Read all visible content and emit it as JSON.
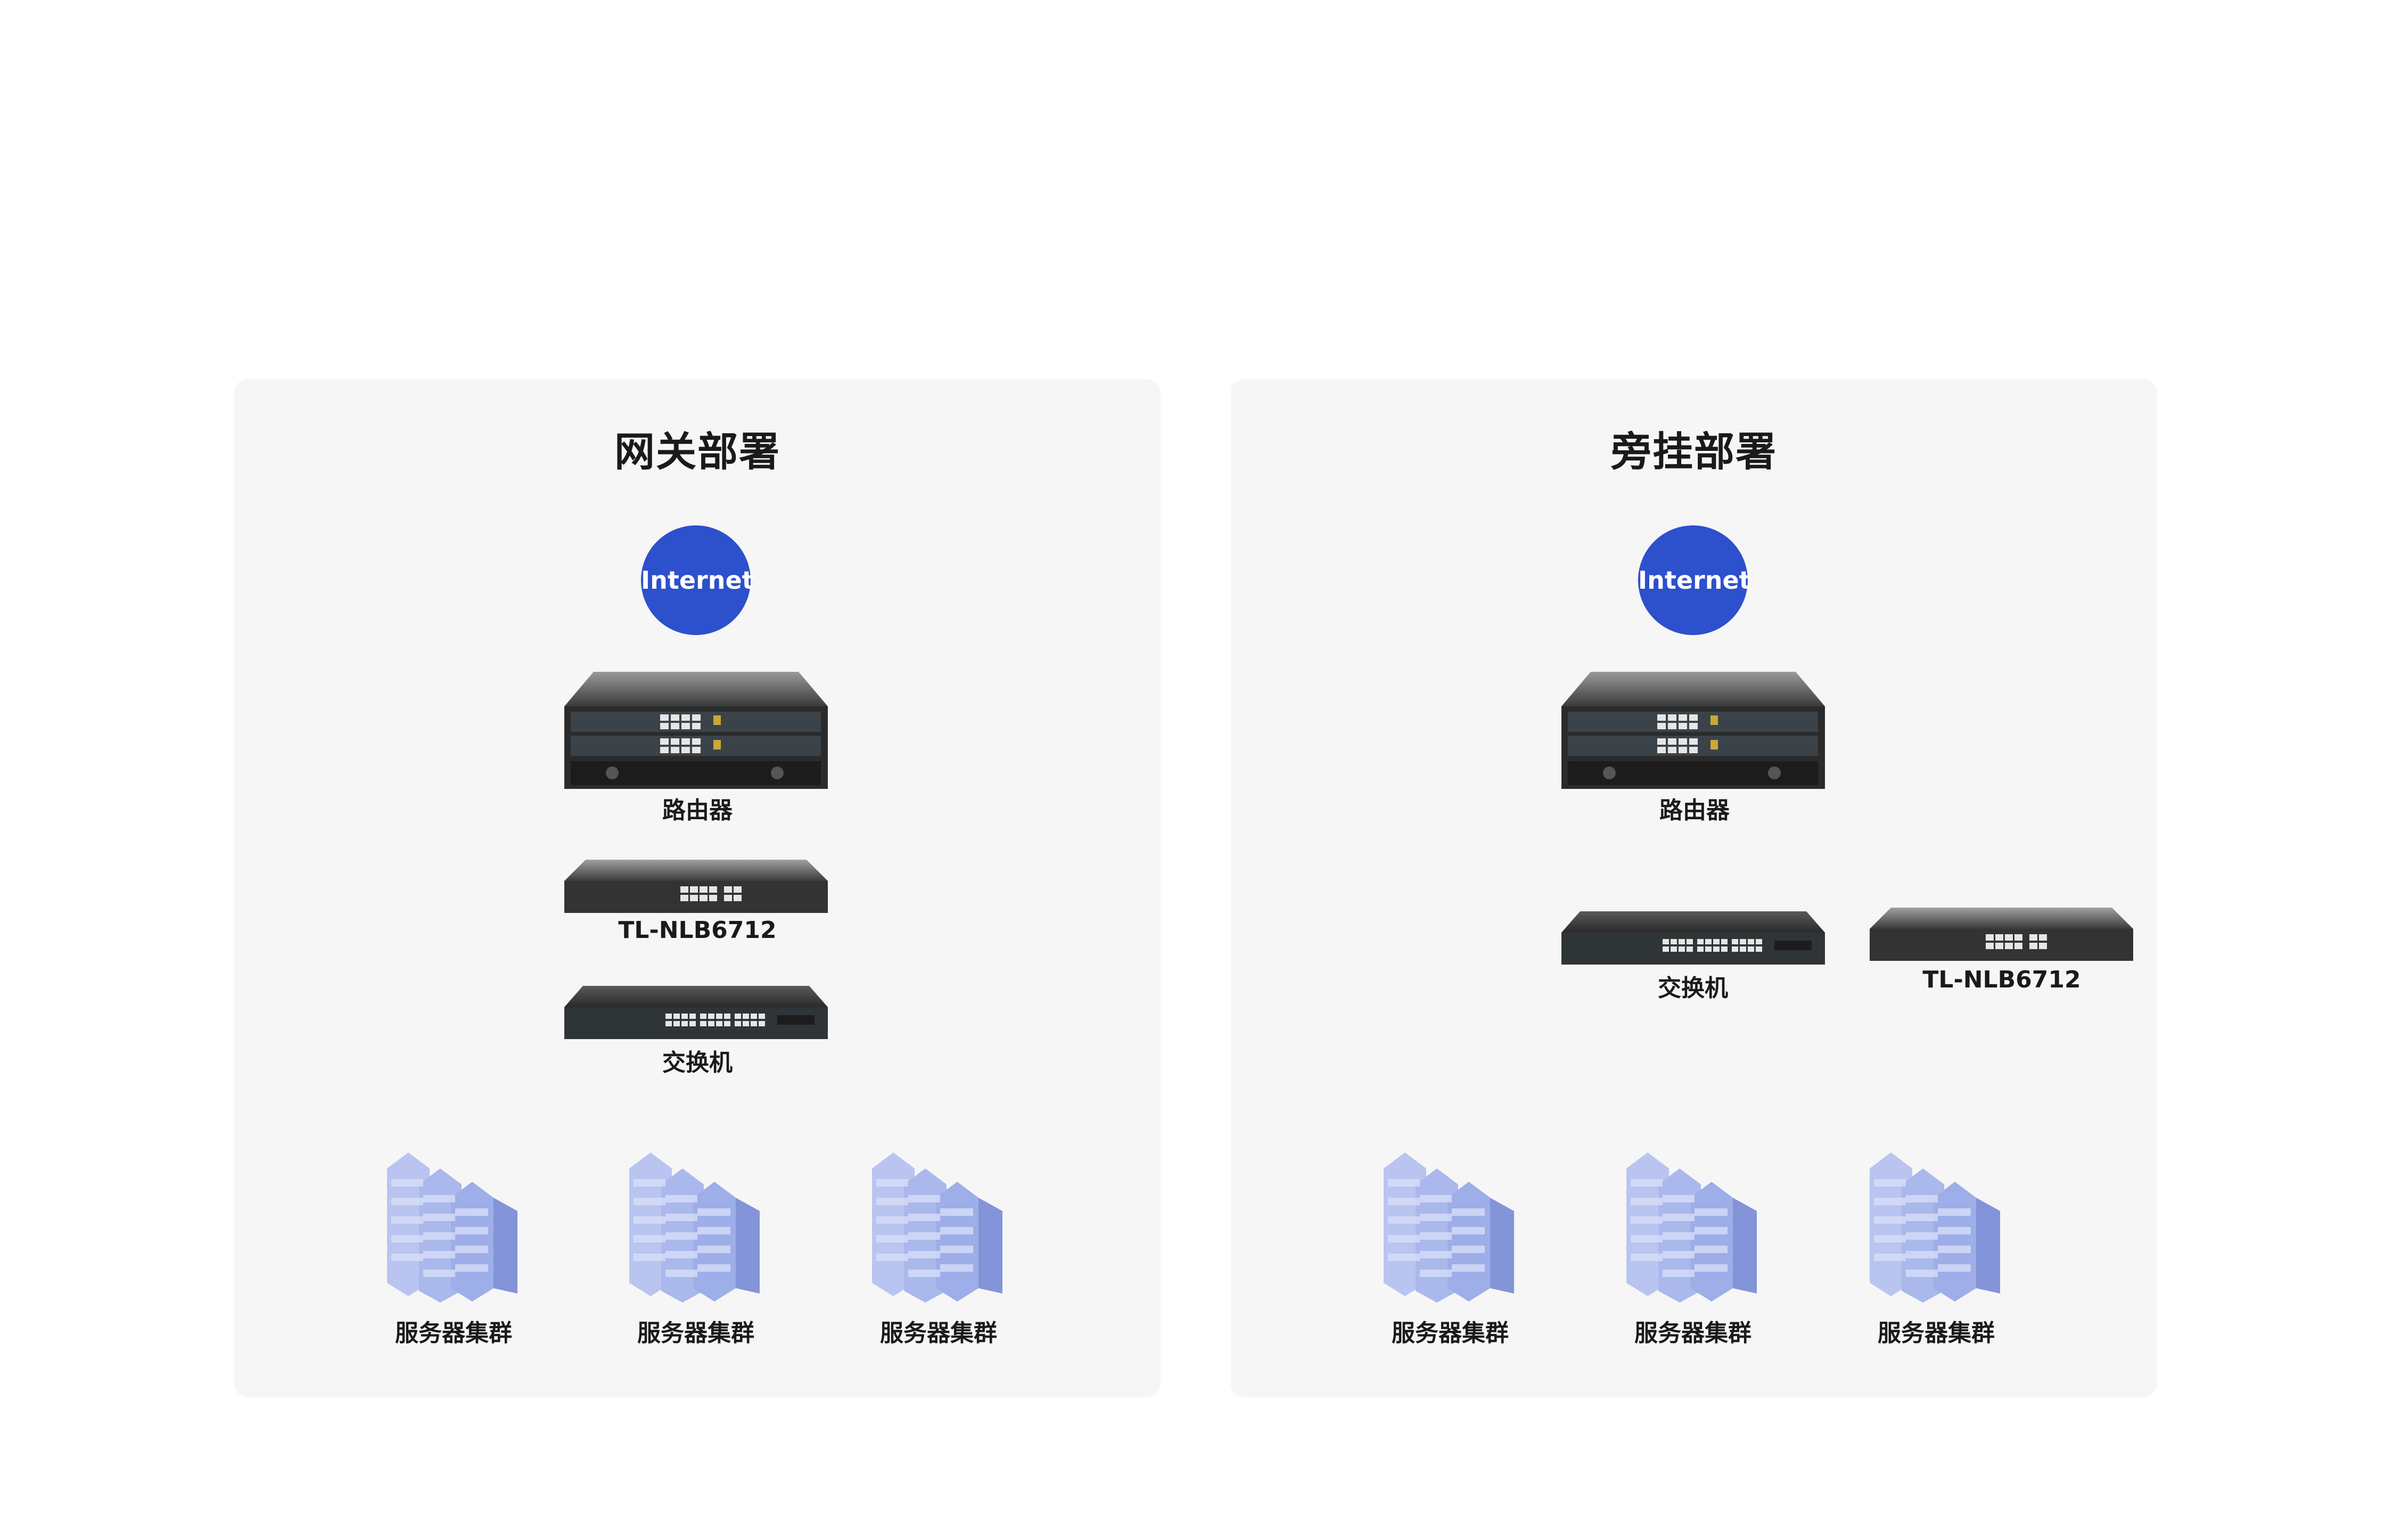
{
  "left": {
    "title": "网关部署",
    "internet": "Internet",
    "router": "路由器",
    "balancer": "TL-NLB6712",
    "switch": "交换机",
    "servers": [
      "服务器集群",
      "服务器集群",
      "服务器集群"
    ]
  },
  "right": {
    "title": "旁挂部署",
    "internet": "Internet",
    "router": "路由器",
    "switch": "交换机",
    "balancer": "TL-NLB6712",
    "servers": [
      "服务器集群",
      "服务器集群",
      "服务器集群"
    ]
  },
  "colors": {
    "panel": "#f6f6f6",
    "internet": "#2d50cc",
    "server": "#a9b7ea",
    "line": "#3a3a3a"
  }
}
